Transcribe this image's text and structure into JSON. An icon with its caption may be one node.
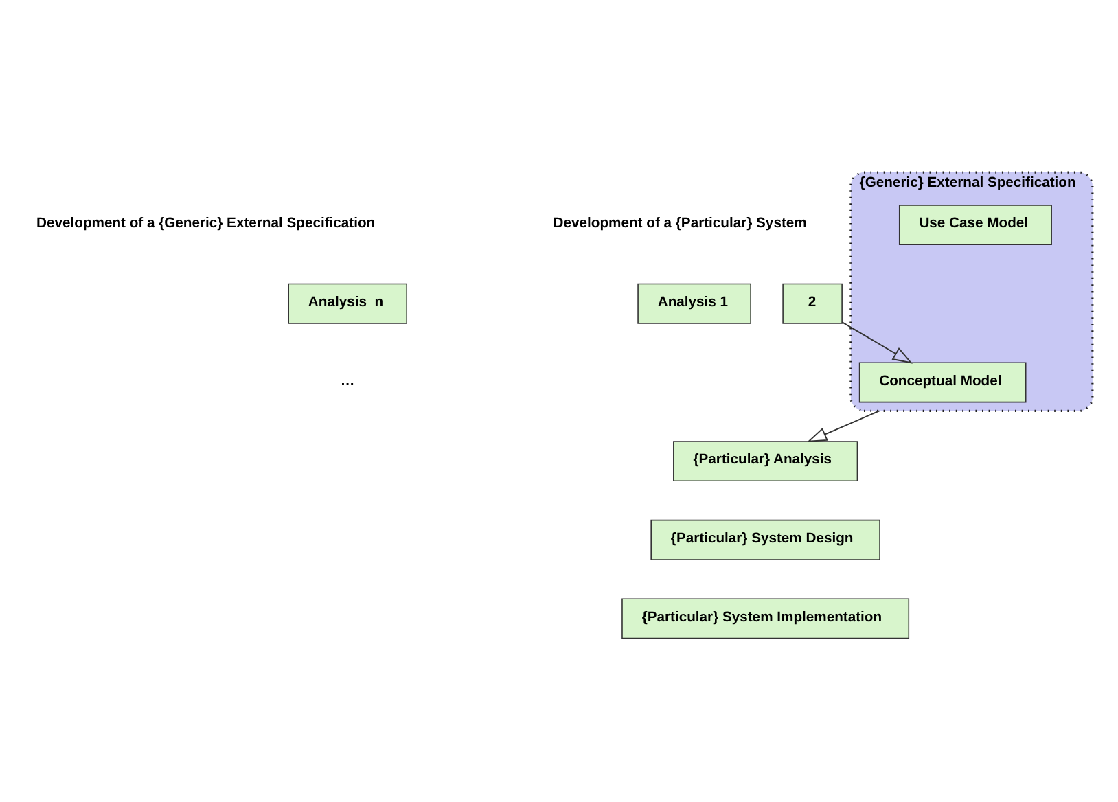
{
  "diagram": {
    "nodes": [
      {
        "text": [
          "Analysis  n"
        ]
      },
      {
        "text": [
          "2"
        ]
      },
      {
        "text": [
          "Analysis 1"
        ]
      },
      {
        "text": [
          "{Generic} External Specification"
        ]
      },
      {
        "text": [
          "Conceptual Model"
        ],
        "in": 3
      },
      {
        "text": [
          "Use Case Model"
        ],
        "in": 3
      },
      {
        "text": [
          "{Particular} Analysis"
        ]
      },
      {
        "text": [
          "{Particular} System Design"
        ]
      },
      {
        "text": [
          "{Particular} System Implementation"
        ]
      }
    ],
    "edges": [
      {
        "from": 1,
        "to": 4,
        "arrow": "to"
      },
      {
        "from": 3,
        "to": 6,
        "arrow": "to"
      }
    ],
    "labels": [
      "Development of a {Generic} External Specification",
      "Development of a {Particular} System",
      "…"
    ]
  }
}
